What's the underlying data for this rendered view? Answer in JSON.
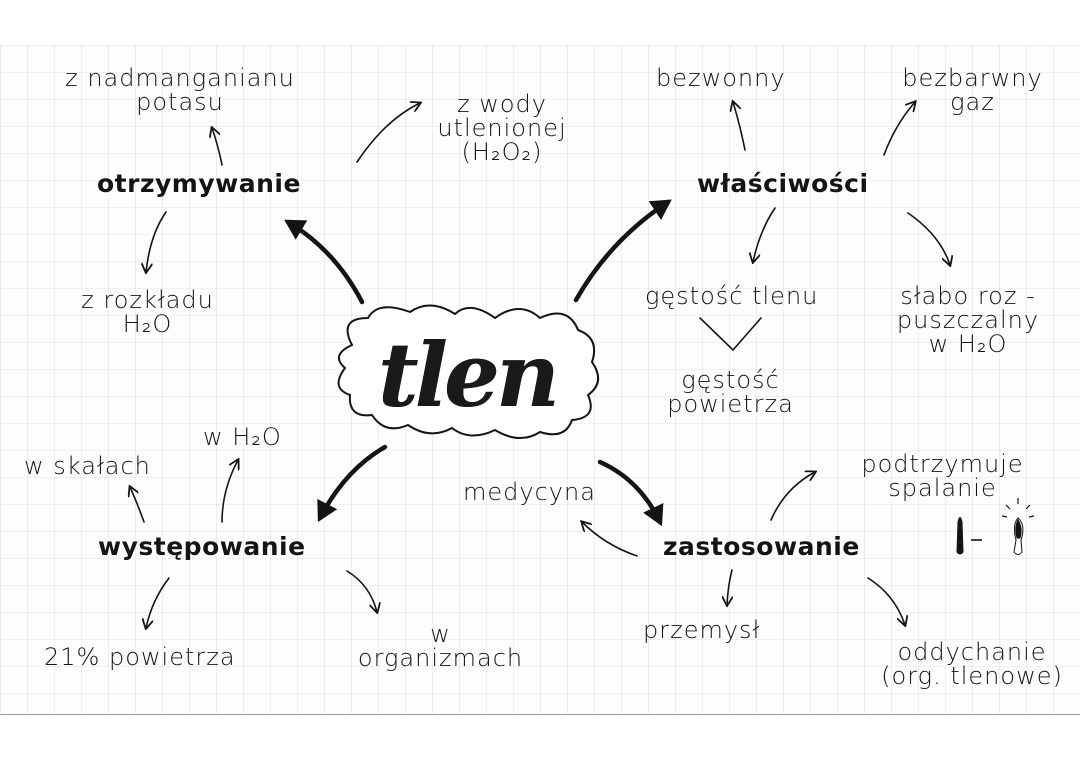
{
  "center": {
    "label": "tlen"
  },
  "branches": {
    "otrzymywanie": {
      "label": "otrzymywanie",
      "items": [
        {
          "line1": "z nadmanganianu",
          "line2": "potasu"
        },
        {
          "line1": "z wody",
          "line2": "utlenionej",
          "line3": "(H₂O₂)"
        },
        {
          "line1": "z rozkładu",
          "line2": "H₂O"
        }
      ]
    },
    "wlasciwosci": {
      "label": "właściwości",
      "items": [
        {
          "line1": "bezwonny"
        },
        {
          "line1": "bezbarwny",
          "line2": "gaz"
        },
        {
          "line1": "gęstość tlenu",
          "relation": ">",
          "line2": "gęstość",
          "line3": "powietrza"
        },
        {
          "line1": "słabo roz -",
          "line2": "puszczalny",
          "line3": "w H₂O"
        }
      ]
    },
    "wystepowanie": {
      "label": "występowanie",
      "items": [
        {
          "line1": "w skałach"
        },
        {
          "line1": "w H₂O"
        },
        {
          "line1": "21% powietrza"
        },
        {
          "line1": "w",
          "line2": "organizmach"
        }
      ]
    },
    "zastosowanie": {
      "label": "zastosowanie",
      "items": [
        {
          "line1": "medycyna"
        },
        {
          "line1": "podtrzymuje",
          "line2": "spalanie"
        },
        {
          "line1": "przemysł"
        },
        {
          "line1": "oddychanie",
          "line2": "(org. tlenowe)"
        }
      ],
      "icon": "candle-icon"
    }
  },
  "colors": {
    "ink": "#141414",
    "paper": "#fdfdfd",
    "grid": "#e6e6e6"
  }
}
